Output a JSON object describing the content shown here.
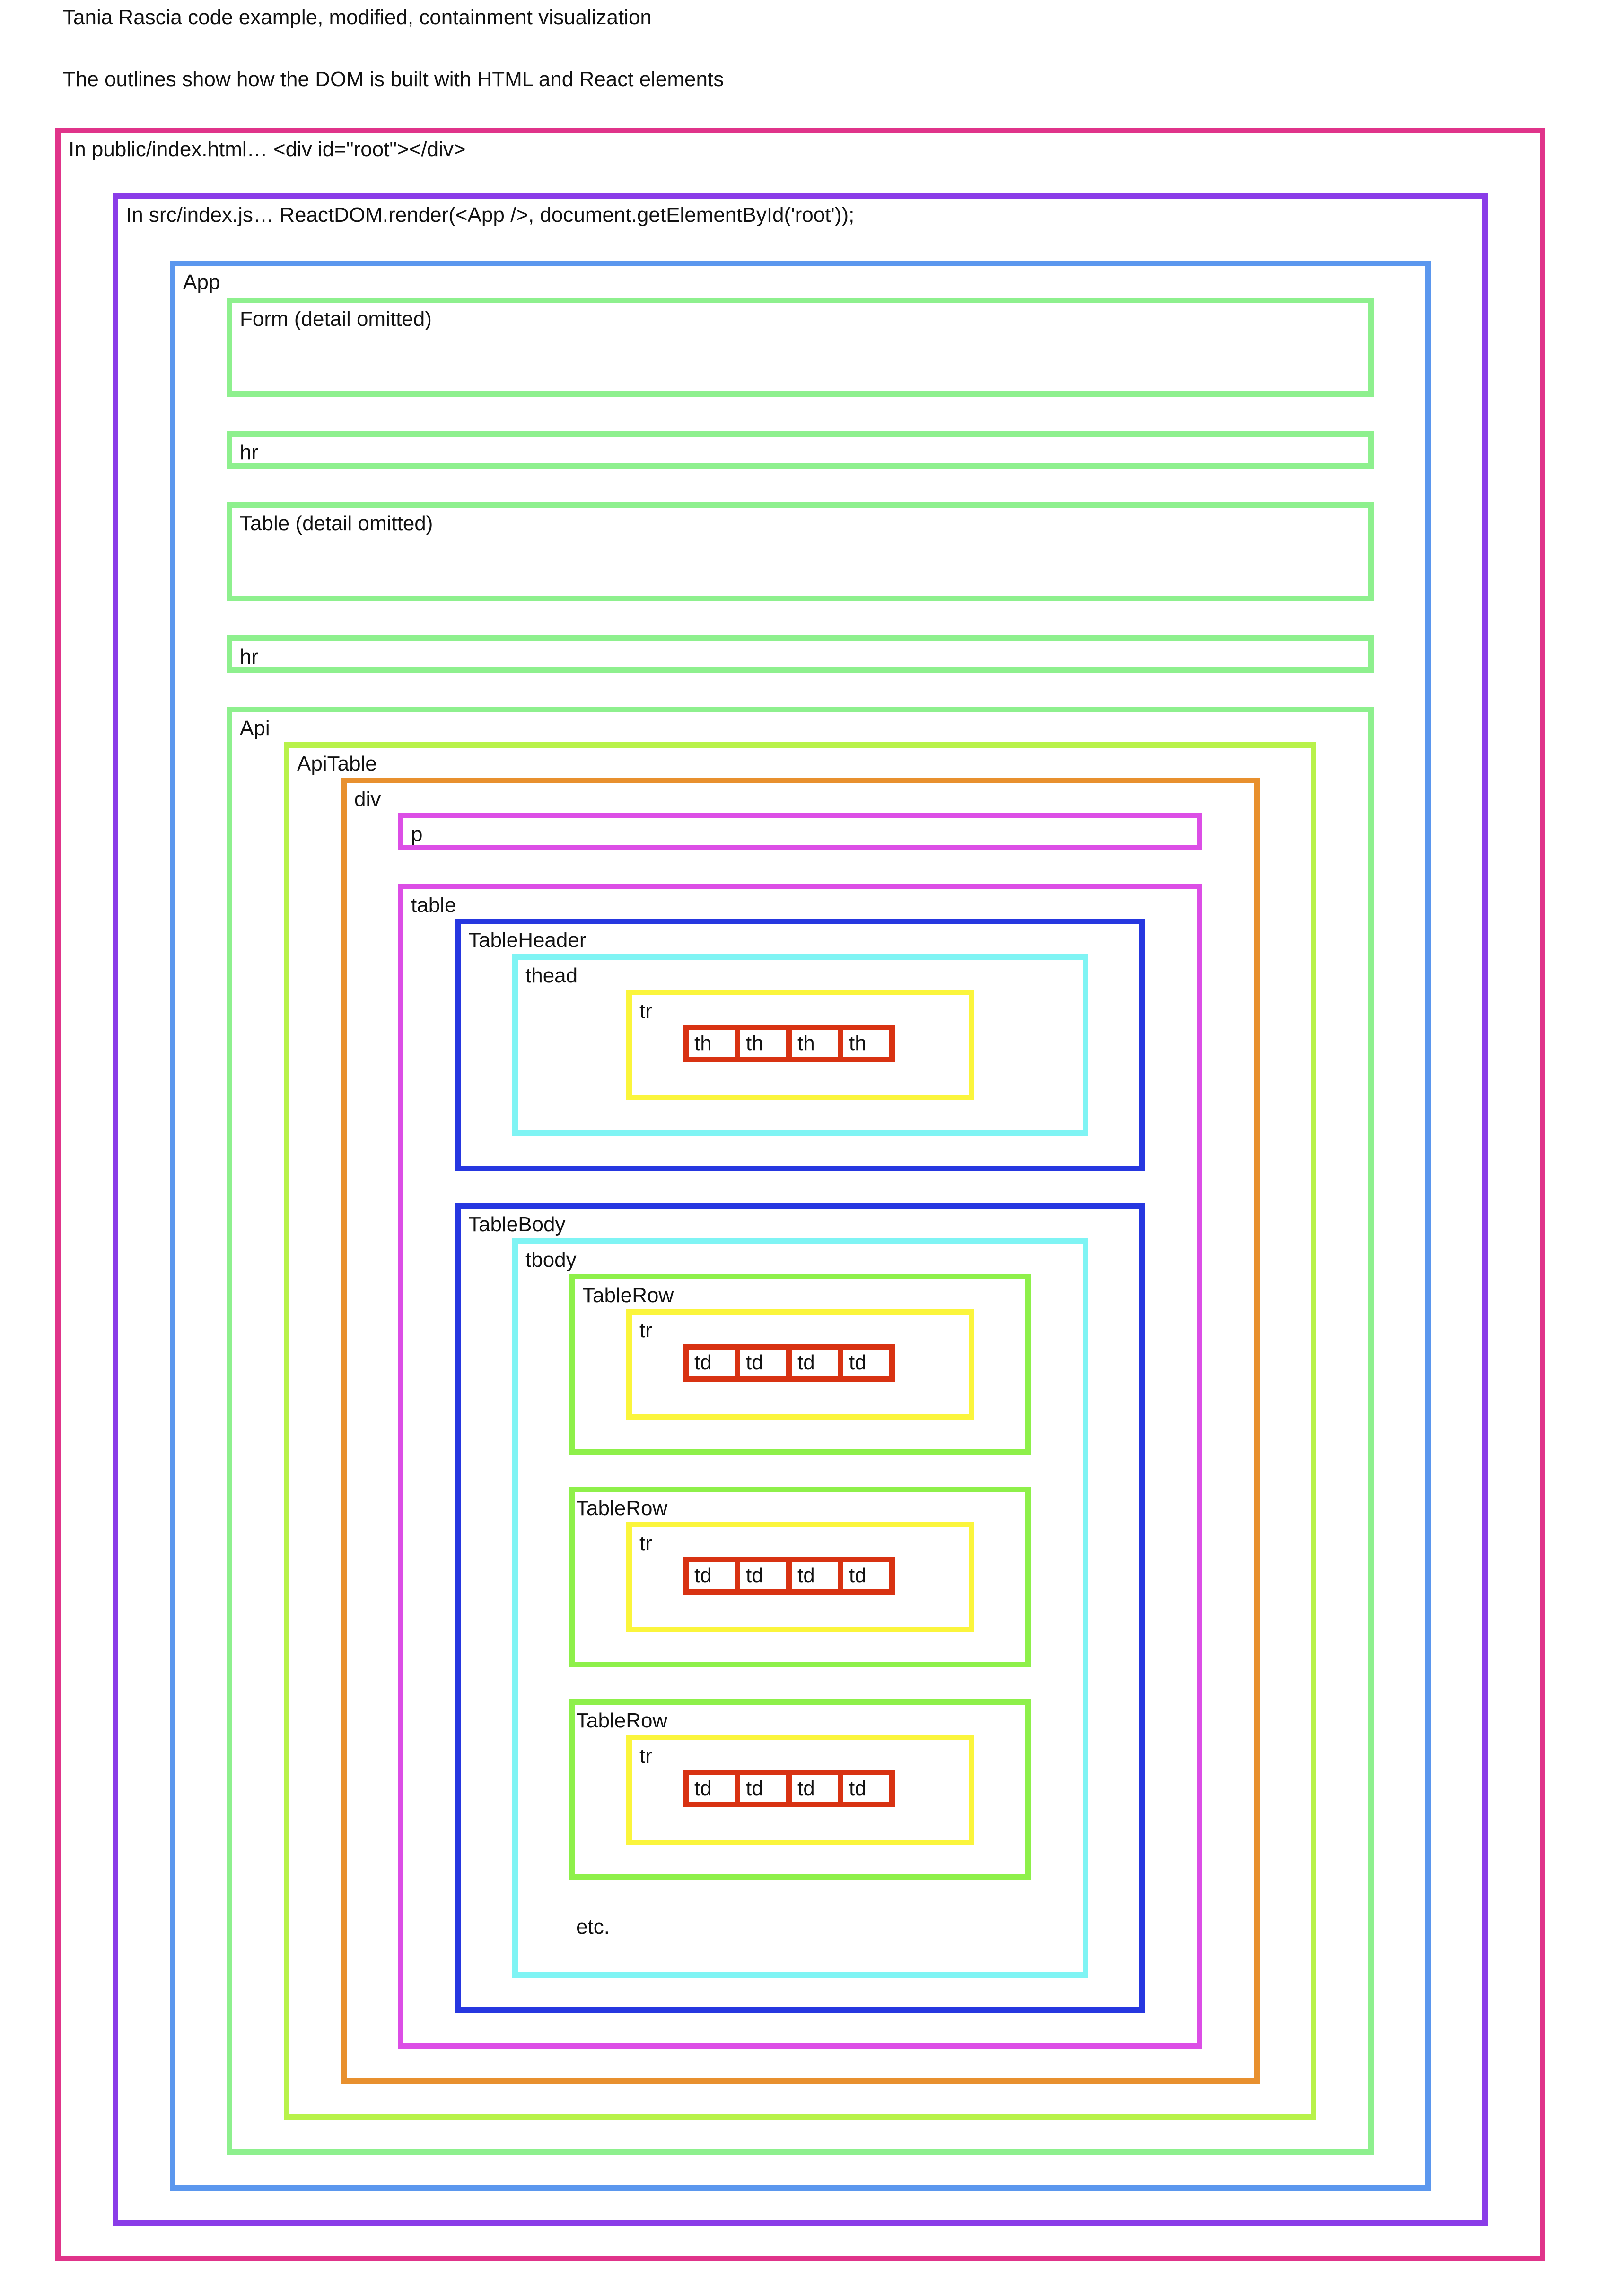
{
  "headings": {
    "line1": "Tania Rascia code example, modified, containment visualization",
    "line2": "The outlines show how the DOM is built with HTML and React elements"
  },
  "colors": {
    "root": "#e0348a",
    "render": "#8a3ce8",
    "app": "#5b97ee",
    "app_child": "#8ef08e",
    "api_table": "#b8f24a",
    "div": "#e8902e",
    "p_table": "#dc4ee6",
    "header_body": "#2637e0",
    "thead_tbody": "#7ff4f4",
    "table_row": "#8ef04a",
    "tr": "#fbf53c",
    "cell": "#d83212"
  },
  "boxes": {
    "root": "In public/index.html… <div id=\"root\"></div>",
    "render": "In src/index.js… ReactDOM.render(<App />, document.getElementById('root'));",
    "app": "App",
    "form": "Form (detail omitted)",
    "hr1": "hr",
    "table_component": "Table (detail omitted)",
    "hr2": "hr",
    "api": "Api",
    "api_table": "ApiTable",
    "div": "div",
    "p": "p",
    "table": "table",
    "table_header": "TableHeader",
    "thead": "thead",
    "header_tr": "tr",
    "header_cells": [
      "th",
      "th",
      "th",
      "th"
    ],
    "table_body": "TableBody",
    "tbody": "tbody",
    "rows": [
      {
        "label": "TableRow",
        "tr": "tr",
        "cells": [
          "td",
          "td",
          "td",
          "td"
        ]
      },
      {
        "label": "TableRow",
        "tr": "tr",
        "cells": [
          "td",
          "td",
          "td",
          "td"
        ]
      },
      {
        "label": "TableRow",
        "tr": "tr",
        "cells": [
          "td",
          "td",
          "td",
          "td"
        ]
      }
    ],
    "etc": "etc."
  }
}
